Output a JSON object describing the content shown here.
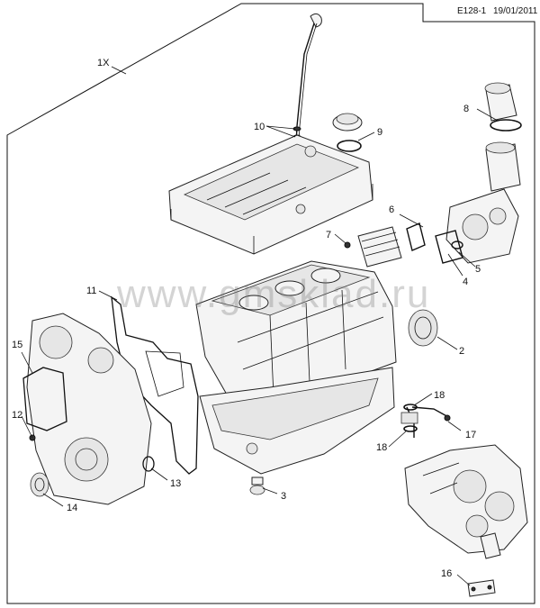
{
  "header": {
    "code": "E128-1",
    "date": "19/01/2011"
  },
  "watermark": "www.gmsklad.ru",
  "assembly_label": "1X",
  "callouts": {
    "c2": "2",
    "c3": "3",
    "c4": "4",
    "c5": "5",
    "c6": "6",
    "c7": "7",
    "c8": "8",
    "c9": "9",
    "c10": "10",
    "c11": "11",
    "c12": "12",
    "c13": "13",
    "c14": "14",
    "c15": "15",
    "c16": "16",
    "c17": "17",
    "c18a": "18",
    "c18b": "18"
  }
}
